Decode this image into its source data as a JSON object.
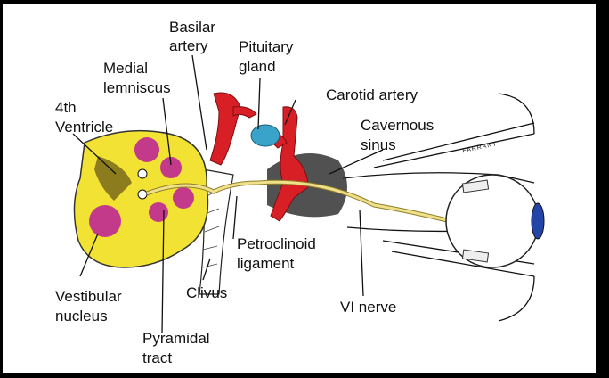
{
  "labels": {
    "basilar_artery": [
      "Basilar",
      "artery"
    ],
    "pituitary_gland": [
      "Pituitary",
      "gland"
    ],
    "medial_lemniscus": [
      "Medial",
      "lemniscus"
    ],
    "carotid_artery": [
      "Carotid artery"
    ],
    "fourth_ventricle": [
      "4th",
      "Ventricle"
    ],
    "cavernous_sinus": [
      "Cavernous",
      "sinus"
    ],
    "petroclinoid_ligament": [
      "Petroclinoid",
      "ligament"
    ],
    "vestibular_nucleus": [
      "Vestibular",
      "nucleus"
    ],
    "clivus": [
      "Clivus"
    ],
    "vi_nerve": [
      "VI nerve"
    ],
    "pyramidal_tract": [
      "Pyramidal",
      "tract"
    ]
  },
  "signature": "FARRANT",
  "colors": {
    "brainstem": "#f2e233",
    "artery": "#d91f26",
    "pituitary": "#3aa3c9",
    "nerve": "#f0e08a",
    "nucleus": "#c43a8a",
    "iris": "#2345a8"
  }
}
